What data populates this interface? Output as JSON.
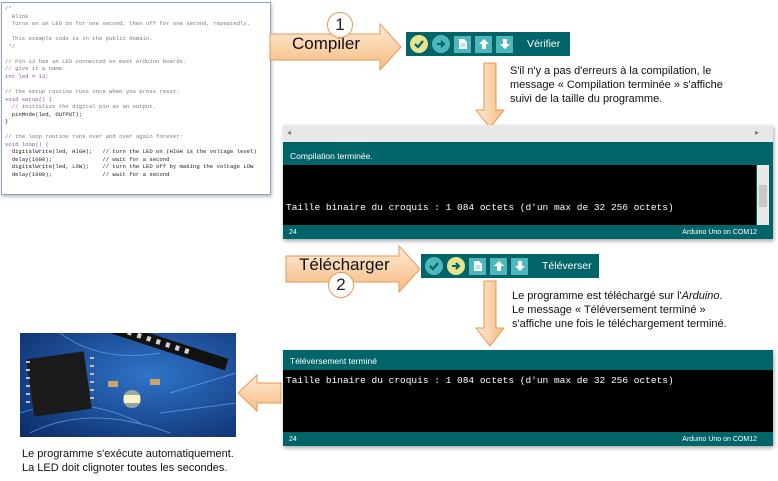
{
  "code": {
    "lines": [
      {
        "t": "/*",
        "c": "cm"
      },
      {
        "t": "  Blink",
        "c": "cm"
      },
      {
        "t": "  Turns on an LED on for one second, then off for one second, repeatedly.",
        "c": "cm"
      },
      {
        "t": "",
        "c": "cm"
      },
      {
        "t": "  This example code is in the public domain.",
        "c": "cm"
      },
      {
        "t": " */",
        "c": "cm"
      },
      {
        "t": "",
        "c": ""
      },
      {
        "t": "// Pin 13 has an LED connected on most Arduino boards.",
        "c": "cm"
      },
      {
        "t": "// give it a name:",
        "c": "cm"
      },
      {
        "t": "int led = 13;",
        "c": "ty"
      },
      {
        "t": "",
        "c": ""
      },
      {
        "t": "// the setup routine runs once when you press reset:",
        "c": "cm"
      },
      {
        "t": "void setup() {",
        "c": "ty"
      },
      {
        "t": "  // initialize the digital pin as an output.",
        "c": "cm"
      },
      {
        "t": "  pinMode(led, OUTPUT);",
        "c": ""
      },
      {
        "t": "}",
        "c": ""
      },
      {
        "t": "",
        "c": ""
      },
      {
        "t": "// the loop routine runs over and over again forever:",
        "c": "cm"
      },
      {
        "t": "void loop() {",
        "c": "ty"
      },
      {
        "t": "  digitalWrite(led, HIGH);   // turn the LED on (HIGH is the voltage level)",
        "c": ""
      },
      {
        "t": "  delay(1000);               // wait for a second",
        "c": ""
      },
      {
        "t": "  digitalWrite(led, LOW);    // turn the LED off by making the voltage LOW",
        "c": ""
      },
      {
        "t": "  delay(1000);               // wait for a second",
        "c": ""
      }
    ]
  },
  "step1": {
    "number": "1",
    "label": "Compiler",
    "button_label": "Vérifier"
  },
  "step2": {
    "number": "2",
    "label": "Télécharger",
    "button_label": "Téléverser"
  },
  "note1": {
    "line1": "S'il n'y a pas d'erreurs à la compilation, le",
    "line2": "message « Compilation terminée » s'affiche",
    "line3": "suivi de la taille du programme."
  },
  "console1": {
    "status": "Compilation terminée.",
    "output": "Taille binaire du croquis : 1 084 octets (d'un max de 32 256 octets)",
    "line_number": "24",
    "board": "Arduino Uno on COM12"
  },
  "note2": {
    "line1_pre": "Le programme est téléchargé sur l'",
    "line1_em": "Arduino",
    "line1_post": ".",
    "line2": "Le message « Téléversement terminé »",
    "line3": "s'affiche une fois le téléchargement terminé."
  },
  "console2": {
    "status": "Téléversement terminé",
    "output": "Taille binaire du croquis : 1 084 octets (d'un max de 32 256 octets)",
    "line_number": "24",
    "board": "Arduino Uno on COM12"
  },
  "note3": {
    "line1": "Le programme s'exécute automatiquement.",
    "line2": "La LED doit clignoter toutes les secondes."
  },
  "colors": {
    "arduino_teal": "#006468",
    "button_teal": "#4db7bb",
    "arrow_orange": "#f7c089"
  }
}
